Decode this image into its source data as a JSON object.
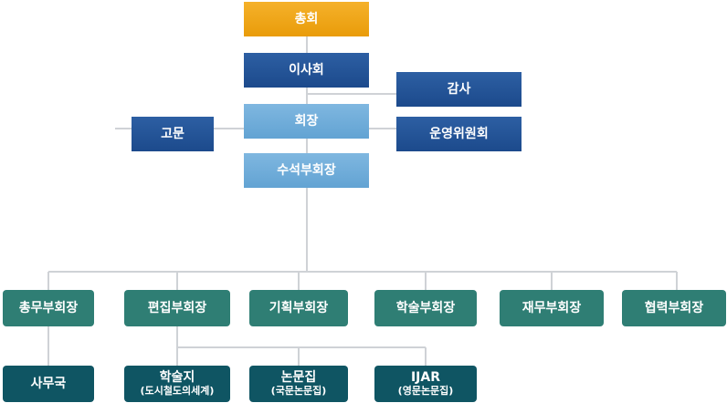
{
  "top": {
    "general_assembly": "총회",
    "board": "이사회",
    "auditor": "감사",
    "chairman": "회장",
    "advisor": "고문",
    "steering_committee": "운영위원회",
    "senior_vice_chair": "수석부회장"
  },
  "vice_chairs": [
    "총무부회장",
    "편집부회장",
    "기획부회장",
    "학술부회장",
    "재무부회장",
    "협력부회장"
  ],
  "units": {
    "secretariat": "사무국",
    "journal": {
      "label": "학술지",
      "sub": "(도시철도의세계)"
    },
    "proceedings": {
      "label": "논문집",
      "sub": "(국문논문집)"
    },
    "ijar": {
      "label": "IJAR",
      "sub": "(영문논문집)"
    }
  },
  "colors": {
    "gold": "#f0a818",
    "navy": "#225396",
    "light_blue": "#6eaad8",
    "teal": "#2f7e74",
    "dark_teal": "#0f5563",
    "connector": "#cfd2d6"
  }
}
